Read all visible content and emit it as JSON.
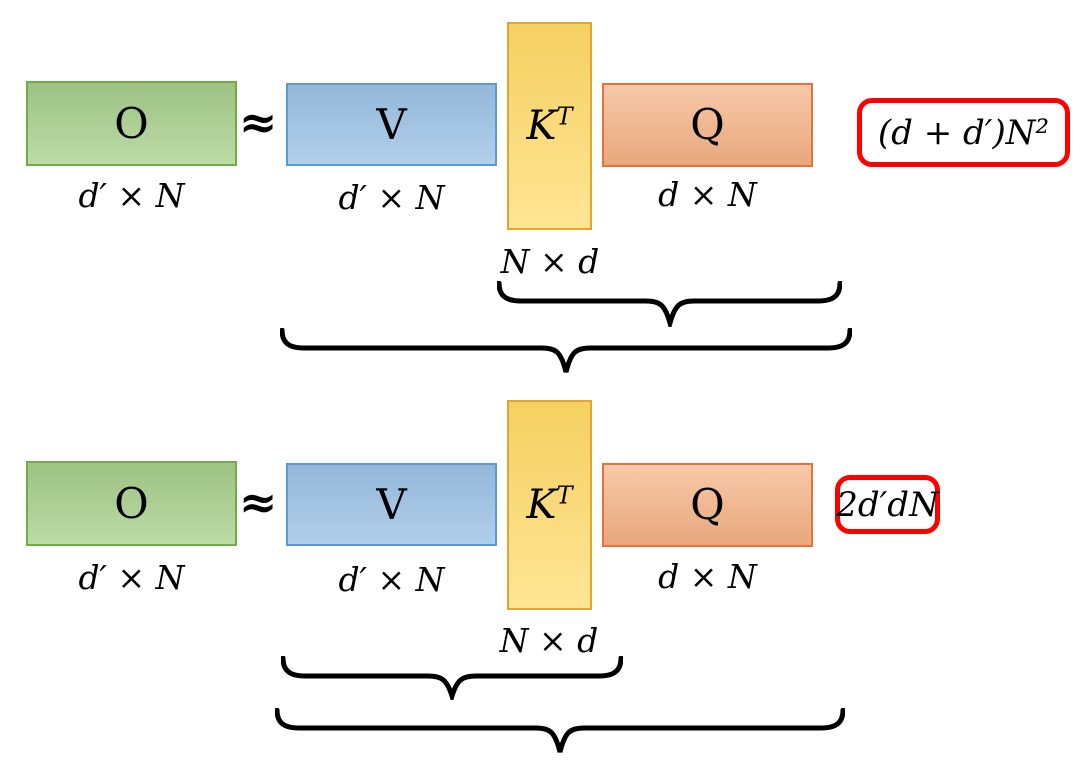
{
  "rows": [
    {
      "o": {
        "label": "O",
        "dims": "d′ × N"
      },
      "approx": "≈",
      "v": {
        "label": "V",
        "dims": "d′ × N"
      },
      "kt": {
        "base": "K",
        "sup": "T",
        "dims": "N × d"
      },
      "q": {
        "label": "Q",
        "dims": "d × N"
      },
      "cost": "(d + d′)N²"
    },
    {
      "o": {
        "label": "O",
        "dims": "d′ × N"
      },
      "approx": "≈",
      "v": {
        "label": "V",
        "dims": "d′ × N"
      },
      "kt": {
        "base": "K",
        "sup": "T",
        "dims": "N × d"
      },
      "q": {
        "label": "Q",
        "dims": "d × N"
      },
      "cost": "2d′dN"
    }
  ],
  "colors": {
    "o_fill": "#a9d18e",
    "o_border": "#70ad47",
    "v_fill": "#9dc3e6",
    "v_border": "#5b9bd5",
    "kt_fill": "#ffd966",
    "kt_border": "#e0a62f",
    "q_fill": "#f4b183",
    "q_border": "#e8713d",
    "cost_border": "#fe0000",
    "brace": "#000000"
  }
}
